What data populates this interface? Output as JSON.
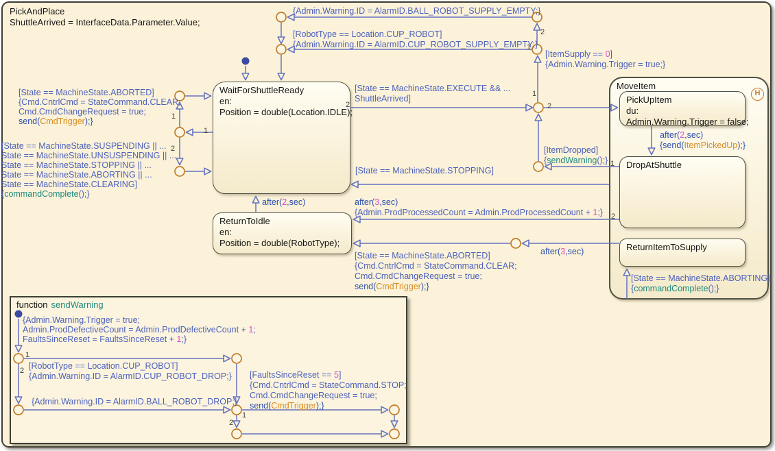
{
  "chart": {
    "name": "PickAndPlace",
    "declaration": "ShuttleArrived = InterfaceData.Parameter.Value;"
  },
  "states": {
    "wait": {
      "name": "WaitForShuttleReady",
      "l1": "en:",
      "l2": "Position = double(Location.IDLE);"
    },
    "rti": {
      "name": "ReturnToIdle",
      "l1": "en:",
      "l2": "Position = double(RobotType);"
    },
    "move": {
      "name": "MoveItem",
      "history": "H"
    },
    "pick": {
      "name": "PickUpItem",
      "l1": "du:",
      "l2": "Admin.Warning.Trigger = false;"
    },
    "drop": {
      "name": "DropAtShuttle"
    },
    "rits": {
      "name": "ReturnItemToSupply"
    }
  },
  "function_box": {
    "keyword": "function",
    "name": "sendWarning"
  },
  "transitions": {
    "ball_supply": {
      "action": "{Admin.Warning.ID = AlarmID.BALL_ROBOT_SUPPLY_EMPTY;}"
    },
    "cup_supply": {
      "cond": "[RobotType == Location.CUP_ROBOT]",
      "action": "{Admin.Warning.ID = AlarmID.CUP_ROBOT_SUPPLY_EMPTY;}"
    },
    "item_supply": {
      "cond_pre": "[ItemSupply == ",
      "cond_num": "0",
      "cond_post": "]",
      "action": "{Admin.Warning.Trigger = true;}"
    },
    "aborted_left": {
      "cond": "[State == MachineState.ABORTED]",
      "a1": "{Cmd.CntrlCmd = StateCommand.CLEAR;",
      "a2": "Cmd.CmdChangeRequest = true;",
      "send_pre": "send(",
      "send_event": "CmdTrigger",
      "send_post": ");}"
    },
    "suspending": {
      "l1": "[State == MachineState.SUSPENDING || ...",
      "l2": "State == MachineState.UNSUSPENDING || ...",
      "l3": "State == MachineState.STOPPING || ...",
      "l4": "State == MachineState.ABORTING || ...",
      "l5": "State == MachineState.CLEARING]",
      "fn_pre": "{",
      "fn_name": "commandComplete",
      "fn_post": "();}"
    },
    "execute": {
      "l1": "[State == MachineState.EXECUTE && ...",
      "l2": "ShuttleArrived]"
    },
    "stopping": {
      "cond": "[State == MachineState.STOPPING]"
    },
    "after2_rti": {
      "pre": "after(",
      "num": "2",
      "post": ",sec)"
    },
    "after2_pick": {
      "pre": "after(",
      "num": "2",
      "post": ",sec)",
      "act_pre": "{send(",
      "act_event": "ItemPickedUp",
      "act_post": ");}"
    },
    "after3_drop": {
      "pre": "after(",
      "num": "3",
      "post": ",sec)",
      "act_pre": "{Admin.ProdProcessedCount = Admin.ProdProcessedCount + ",
      "act_num": "1",
      "act_post": ";}"
    },
    "aborted_rti": {
      "cond": "[State == MachineState.ABORTED]",
      "a1": "{Cmd.CntrlCmd = StateCommand.CLEAR;",
      "a2": "Cmd.CmdChangeRequest = true;",
      "send_pre": "send(",
      "send_event": "CmdTrigger",
      "send_post": ");}"
    },
    "after3_rits": {
      "pre": "after(",
      "num": "3",
      "post": ",sec)"
    },
    "item_dropped": {
      "cond": "[ItemDropped]",
      "fn_pre": "{",
      "fn_name": "sendWarning",
      "fn_post": "();}"
    },
    "aborting": {
      "cond": "[State == MachineState.ABORTING]",
      "fn_pre": "{",
      "fn_name": "commandComplete",
      "fn_post": "();}"
    },
    "fn_default": {
      "a1": "{Admin.Warning.Trigger = true;",
      "a2_pre": "Admin.ProdDefectiveCount = Admin.ProdDefectiveCount + ",
      "a2_num": "1",
      "a2_post": ";",
      "a3_pre": "FaultsSinceReset = FaultsSinceReset + ",
      "a3_num": "1",
      "a3_post": ";}"
    },
    "fn_cup": {
      "cond": "[RobotType == Location.CUP_ROBOT]",
      "action": "{Admin.Warning.ID = AlarmID.CUP_ROBOT_DROP;}"
    },
    "fn_ball": {
      "action": "{Admin.Warning.ID = AlarmID.BALL_ROBOT_DROP;}"
    },
    "fn_faults": {
      "cond_pre": "[FaultsSinceReset == ",
      "cond_num": "5",
      "cond_post": "]",
      "a1": "{Cmd.CntrlCmd = StateCommand.STOP;",
      "a2": "Cmd.CmdChangeRequest = true;",
      "send_pre": "send(",
      "send_event": "CmdTrigger",
      "send_post": ");}"
    }
  },
  "junction_labels": {
    "one": "1",
    "two": "2"
  },
  "colors": {
    "canvas": "#fbf2d9",
    "transition": "#6572bf",
    "junction": "#bf7c2a",
    "event": "#d98a1f",
    "function_call": "#1d8a7e",
    "number": "#dd49c9",
    "label": "#4d61bd"
  }
}
